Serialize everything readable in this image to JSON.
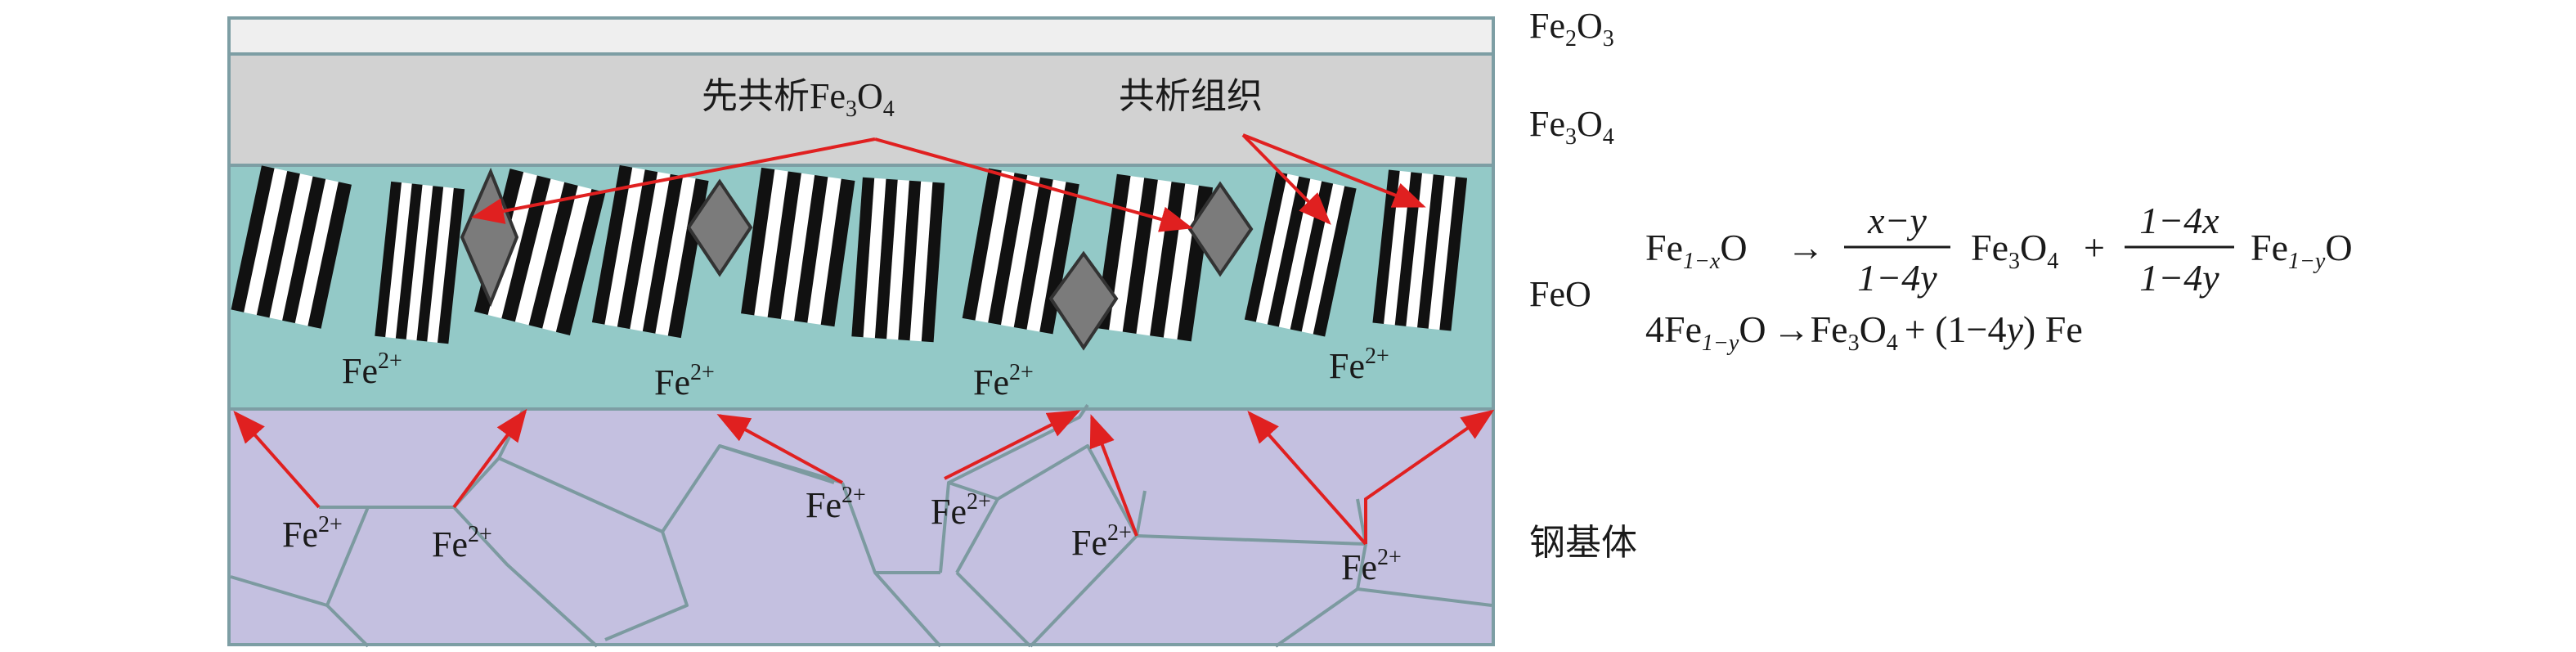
{
  "layers": {
    "fe2o3": {
      "base": "Fe",
      "sub1": "2",
      "mid": "O",
      "sub2": "3"
    },
    "fe3o4": {
      "base": "Fe",
      "sub1": "3",
      "mid": "O",
      "sub2": "4"
    },
    "feo": "FeO",
    "steel": "钢基体"
  },
  "annotations": {
    "proeutectoid": {
      "prefix": "先共析Fe",
      "sub1": "3",
      "mid": "O",
      "sub2": "4"
    },
    "eutectoid": "共析组织"
  },
  "ion": {
    "base": "Fe",
    "charge": "2+"
  },
  "equations": {
    "eq1": {
      "lhs_base": "Fe",
      "lhs_sub": "1−x",
      "lhs_end": "O",
      "arrow": "→",
      "frac1_num": "x−y",
      "frac1_den": "1−4y",
      "prod1_base": "Fe",
      "prod1_sub1": "3",
      "prod1_mid": "O",
      "prod1_sub2": "4",
      "plus": "+",
      "frac2_num": "1−4x",
      "frac2_den": "1−4y",
      "prod2_base": "Fe",
      "prod2_sub": "1−y",
      "prod2_end": "O"
    },
    "eq2": {
      "lhs_coef": "4Fe",
      "lhs_sub": "1−y",
      "lhs_end": "O",
      "arrow": "→",
      "prod1_base": "Fe",
      "prod1_sub1": "3",
      "prod1_mid": "O",
      "prod1_sub2": "4",
      "rest_a": "+ (1−4",
      "rest_y": "y",
      "rest_b": ") Fe"
    }
  },
  "colors": {
    "fe2o3_layer": "#efefef",
    "fe3o4_layer": "#d2d2d2",
    "feo_layer": "#93c9c7",
    "steel_layer": "#c4c0e0",
    "border": "#7d9ea4",
    "grain_boundary": "#7c9aa0",
    "arrow": "#e02020",
    "diamond": "#7b7b7b",
    "text": "#1a1a1a"
  }
}
